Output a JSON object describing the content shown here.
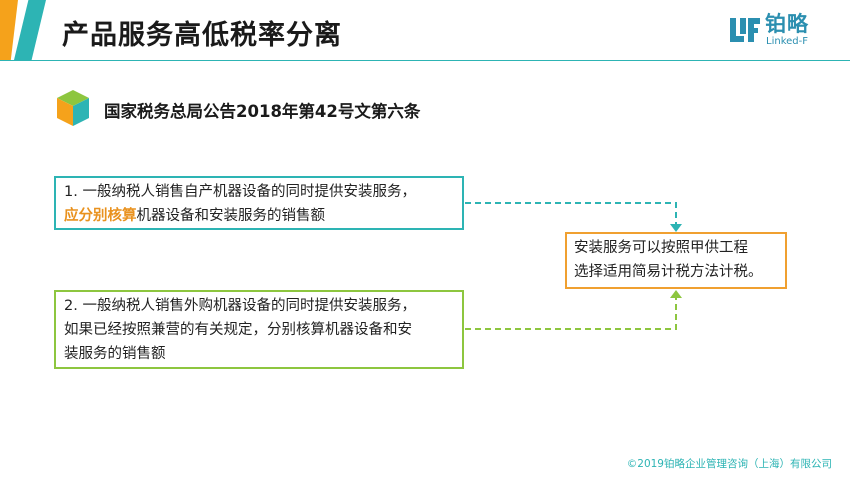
{
  "header": {
    "title": "产品服务高低税率分离",
    "logo_text": "铂略",
    "logo_sub": "Linked-F"
  },
  "section": {
    "heading": "国家税务总局公告2018年第42号文第六条"
  },
  "box1": {
    "line1": "1. 一般纳税人销售自产机器设备的同时提供安装服务，",
    "line2_highlight": "应分别核算",
    "line2_rest": "机器设备和安装服务的销售额"
  },
  "box2": {
    "line1": "2. 一般纳税人销售外购机器设备的同时提供安装服务，",
    "line2": "如果已经按照兼营的有关规定，分别核算机器设备和安",
    "line3": "装服务的销售额"
  },
  "box3": {
    "line1": "安装服务可以按照甲供工程",
    "line2": "选择适用简易计税方法计税。"
  },
  "footer": {
    "copyright": "©2019铂略企业管理咨询（上海）有限公司"
  },
  "colors": {
    "teal": "#2db4b4",
    "orange": "#f5a21b",
    "green": "#8dc63f",
    "highlight": "#e9921f",
    "logo_blue": "#2b8fb0"
  }
}
